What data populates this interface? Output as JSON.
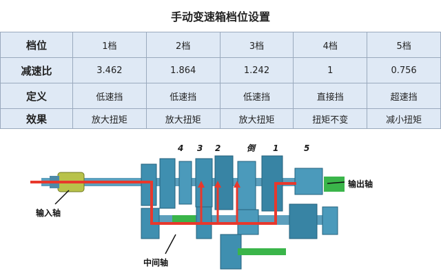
{
  "title": "手动变速箱档位设置",
  "table": {
    "header": [
      "档位",
      "1档",
      "2档",
      "3档",
      "4档",
      "5档"
    ],
    "rows": [
      [
        "减速比",
        "3.462",
        "1.864",
        "1.242",
        "1",
        "0.756"
      ],
      [
        "定义",
        "低速挡",
        "低速挡",
        "低速挡",
        "直接挡",
        "超速挡"
      ],
      [
        "效果",
        "放大扭矩",
        "放大扭矩",
        "放大扭矩",
        "扭矩不变",
        "减小扭矩"
      ]
    ]
  },
  "diagram": {
    "gear_labels": [
      "4",
      "3",
      "2",
      "倒",
      "1",
      "5"
    ],
    "output_shaft": "输出轴",
    "input_shaft": "输入轴",
    "counter_shaft": "中间轴"
  },
  "colors": {
    "table_bg": "#dfe9f5",
    "power_flow": "#e8382c",
    "counter_shaft": "#3ab54a",
    "gear_body": "#3f8fb0"
  }
}
